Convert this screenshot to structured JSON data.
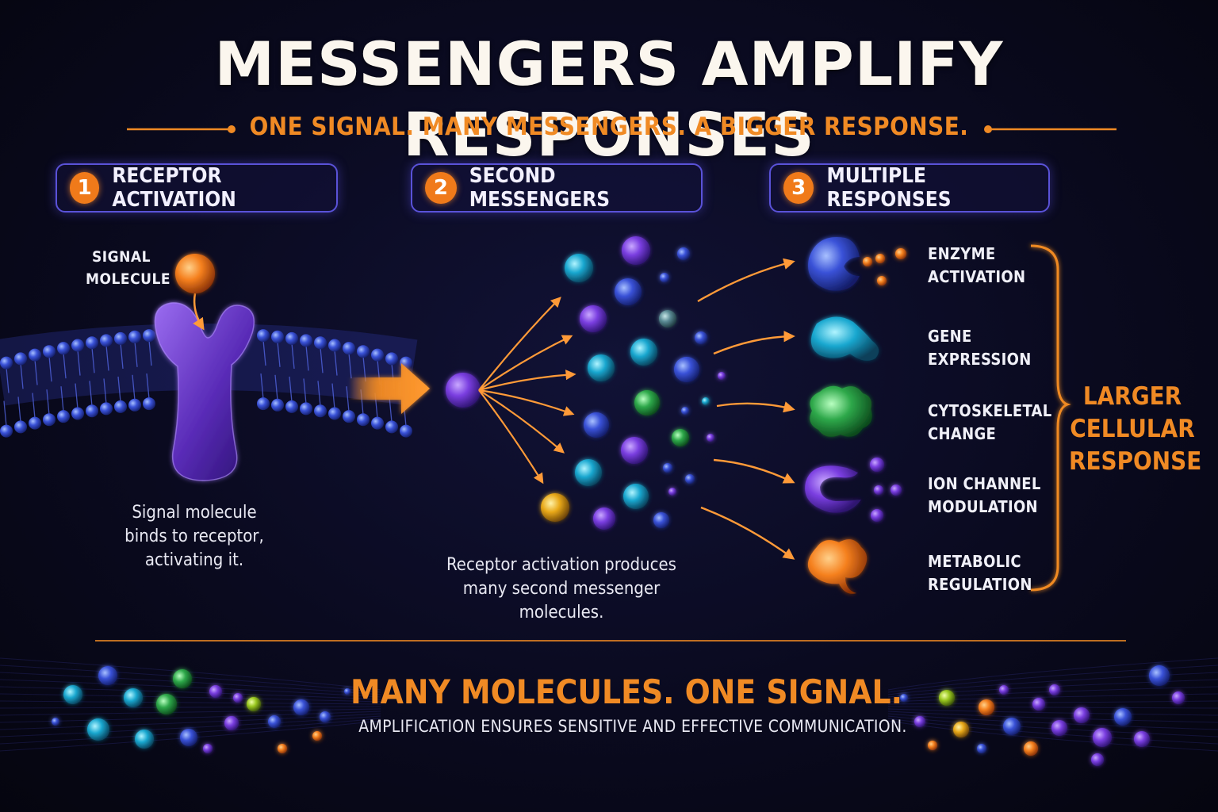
{
  "title": "MESSENGERS AMPLIFY RESPONSES",
  "subtitle": "ONE SIGNAL. MANY MESSENGERS. A BIGGER RESPONSE.",
  "steps": [
    {
      "number": "1",
      "label": "RECEPTOR ACTIVATION"
    },
    {
      "number": "2",
      "label": "SECOND MESSENGERS"
    },
    {
      "number": "3",
      "label": "MULTIPLE RESPONSES"
    }
  ],
  "signal_label": {
    "line1": "SIGNAL",
    "line2": "MOLECULE"
  },
  "receptor_caption": {
    "line1": "Signal molecule",
    "line2": "binds to receptor,",
    "line3": "activating it."
  },
  "messenger_caption": {
    "line1": "Receptor activation produces",
    "line2": "many second messenger",
    "line3": "molecules."
  },
  "responses": [
    {
      "line1": "ENZYME",
      "line2": "ACTIVATION",
      "icon": "enzyme-icon",
      "color": "#2c3fd8"
    },
    {
      "line1": "GENE",
      "line2": "EXPRESSION",
      "icon": "gene-icon",
      "color": "#1f8fd6"
    },
    {
      "line1": "CYTOSKELETAL",
      "line2": "CHANGE",
      "icon": "cytoskeleton-icon",
      "color": "#3f8f3a"
    },
    {
      "line1": "ION CHANNEL",
      "line2": "MODULATION",
      "icon": "ion-channel-icon",
      "color": "#6a2fd8"
    },
    {
      "line1": "METABOLIC",
      "line2": "REGULATION",
      "icon": "metabolic-icon",
      "color": "#e0601a"
    }
  ],
  "larger_response": {
    "line1": "LARGER",
    "line2": "CELLULAR",
    "line3": "RESPONSE"
  },
  "bottom": {
    "title": "MANY MOLECULES. ONE SIGNAL.",
    "subtitle": "AMPLIFICATION ENSURES SENSITIVE AND EFFECTIVE COMMUNICATION."
  },
  "colors": {
    "accent": "#f08a24",
    "border": "#5a52d8",
    "receptor": "#6a35c9",
    "membrane": "#3a45c8"
  }
}
